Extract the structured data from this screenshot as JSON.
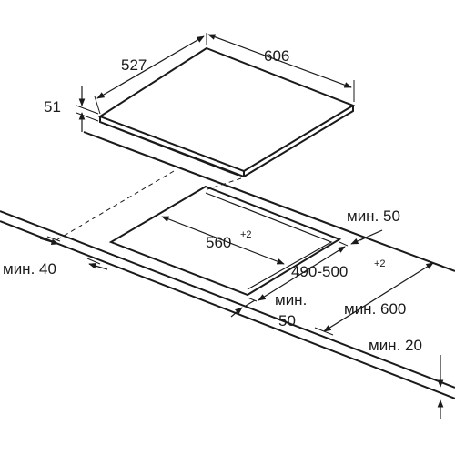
{
  "hob": {
    "width_label": "606",
    "depth_label": "527",
    "height_label": "51"
  },
  "cutout": {
    "width_label": "560",
    "width_tolerance": "+2",
    "depth_label": "490-500",
    "depth_tolerance": "+2"
  },
  "clearances": {
    "back": "мин. 50",
    "left": "мин. 40",
    "front_line1": "мин.",
    "front_line2": "50",
    "side_wall": "мин. 600",
    "worktop_thickness": "мин. 20"
  }
}
